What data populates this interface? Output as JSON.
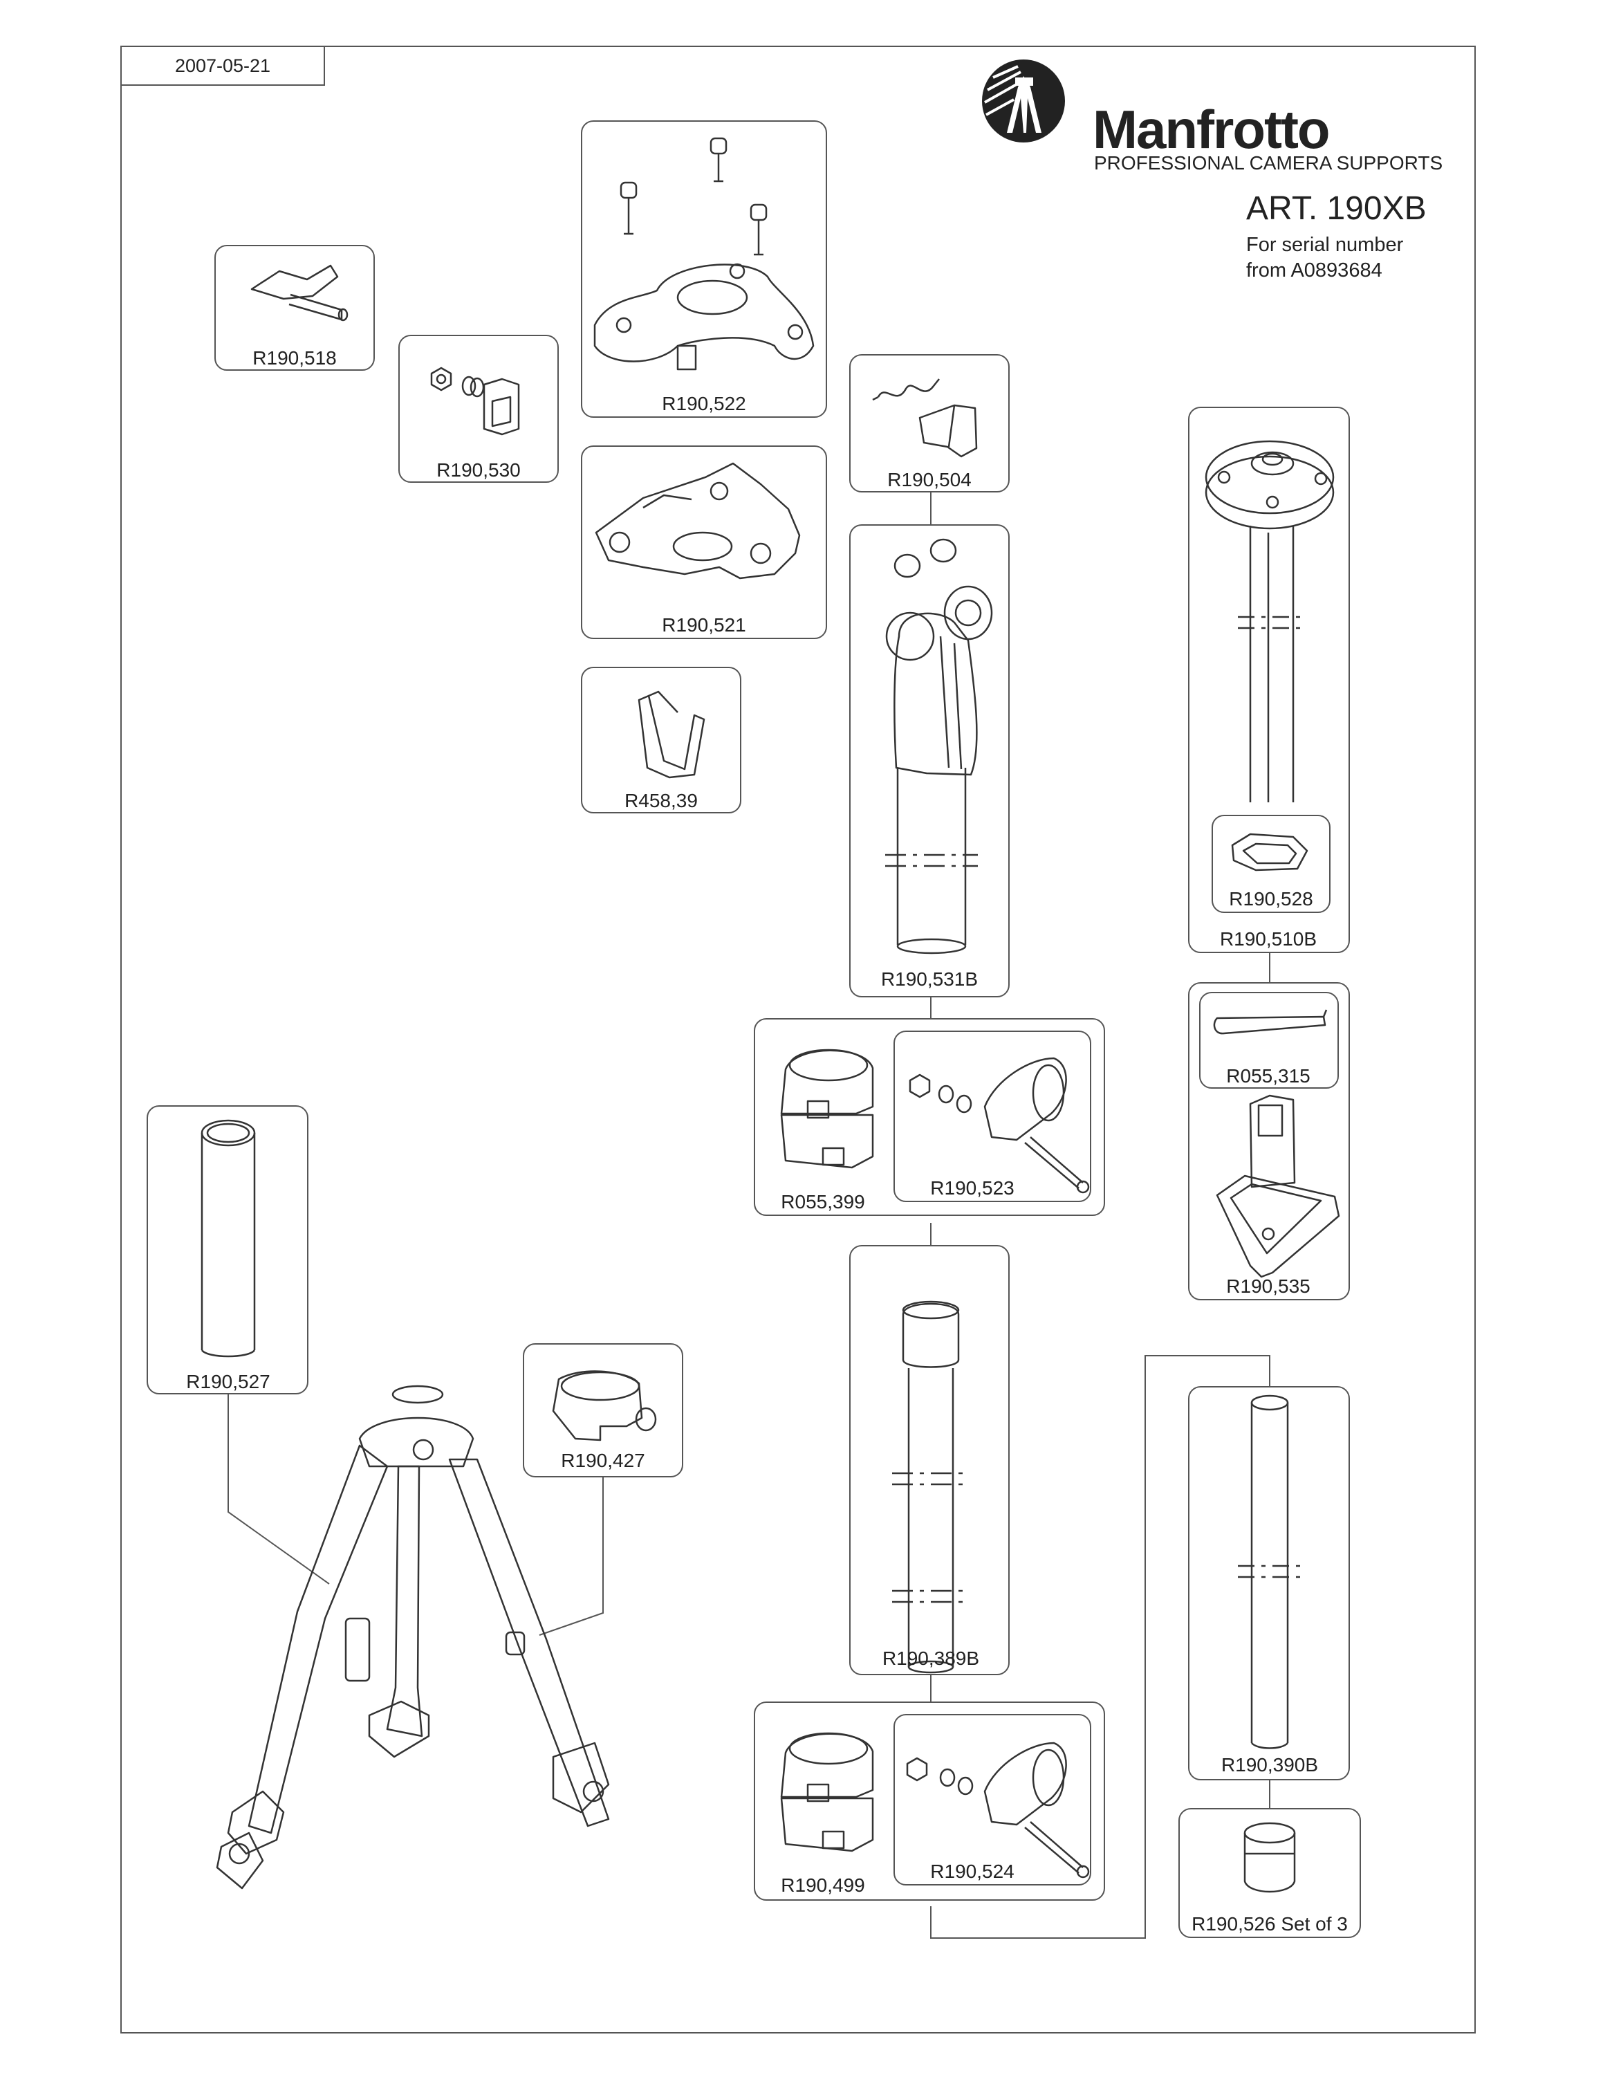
{
  "header": {
    "date": "2007-05-21",
    "brand": "Manfrotto",
    "tagline": "PROFESSIONAL CAMERA SUPPORTS",
    "article": "ART. 190XB",
    "serial_line1": "For serial number",
    "serial_line2": "from A0893684"
  },
  "parts": [
    {
      "code": "R190,518"
    },
    {
      "code": "R190,530"
    },
    {
      "code": "R190,522"
    },
    {
      "code": "R190,521"
    },
    {
      "code": "R458,39"
    },
    {
      "code": "R190,504"
    },
    {
      "code": "R190,531B"
    },
    {
      "code": "R190,510B"
    },
    {
      "code": "R190,528"
    },
    {
      "code": "R055,315"
    },
    {
      "code": "R190,535"
    },
    {
      "code": "R055,399"
    },
    {
      "code": "R190,523"
    },
    {
      "code": "R190,527"
    },
    {
      "code": "R190,427"
    },
    {
      "code": "R190,389B"
    },
    {
      "code": "R190,390B"
    },
    {
      "code": "R190,499"
    },
    {
      "code": "R190,524"
    },
    {
      "code": "R190,526 Set of 3"
    }
  ],
  "colors": {
    "line": "#555555",
    "text": "#222222"
  }
}
